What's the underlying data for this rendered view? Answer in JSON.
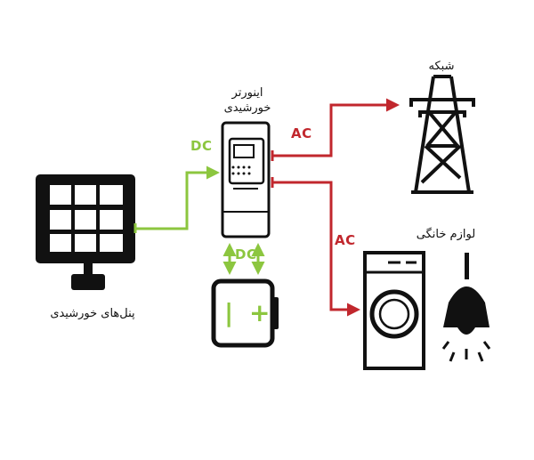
{
  "labels": {
    "inverter": [
      "اینورتر",
      "خورشیدی"
    ],
    "grid": "شبکه",
    "appliances": "لوازم خانگی",
    "panels": "پنل‌های خورشیدی"
  },
  "connections": {
    "panel_to_inverter": "DC",
    "inverter_to_battery": "DC",
    "inverter_to_grid": "AC",
    "inverter_to_appliances": "AC"
  },
  "battery": {
    "negative": "|",
    "positive": "+"
  },
  "colors": {
    "dc": "#8cc63f",
    "ac": "#c1272d",
    "ink": "#111111"
  },
  "icons": [
    "solar-panel-icon",
    "inverter-icon",
    "battery-icon",
    "transmission-tower-icon",
    "washing-machine-icon",
    "light-bulb-icon"
  ]
}
